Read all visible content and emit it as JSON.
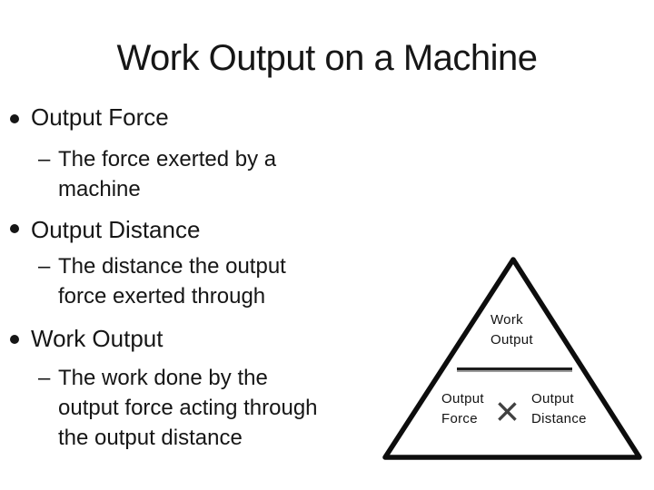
{
  "slide": {
    "title": "Work Output on a Machine",
    "dash": "–",
    "bullets": [
      {
        "label": "Output Force",
        "sub": "The force exerted by a\nmachine"
      },
      {
        "label": "Output Distance",
        "sub": "The distance the output\nforce exerted through"
      },
      {
        "label": "Work Output",
        "sub": "The work done by the\noutput force acting through\nthe output distance"
      }
    ]
  },
  "diagram": {
    "top_label": "Work\nOutput",
    "bottom_left_label": "Output\nForce",
    "operator": "×",
    "bottom_right_label": "Output\nDistance"
  },
  "colors": {
    "background": "#ffffff",
    "text": "#161616",
    "triangle_stroke": "#0d0d0d",
    "fraction_bar": "#1d1d1d",
    "fraction_bar_shadow": "#9a9a9a",
    "operator": "#414141"
  }
}
